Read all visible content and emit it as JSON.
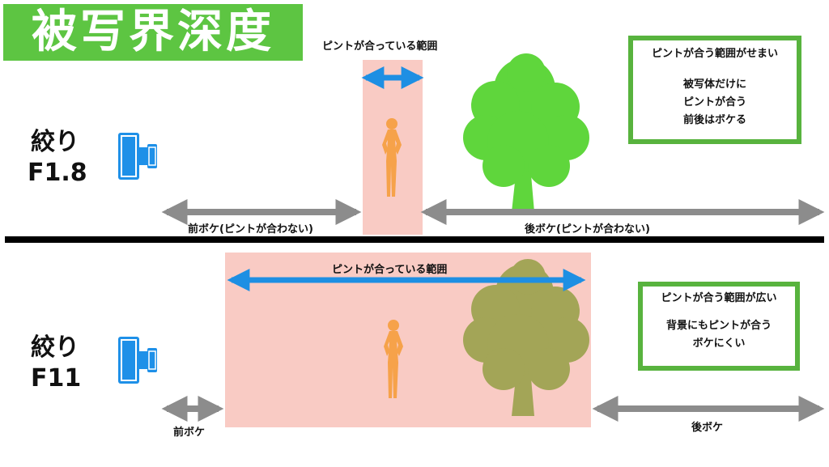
{
  "title": "被写界深度",
  "top": {
    "aperture_label": "絞り",
    "f_value": "F1.8",
    "focus_range_label": "ピントが合っている範囲",
    "front_blur_label": "前ボケ(ピントが合わない)",
    "back_blur_label": "後ボケ(ピントが合わない)",
    "note": {
      "heading": "ピントが合う範囲がせまい",
      "line1": "被写体だけに",
      "line2": "ピントが合う",
      "line3": "前後はボケる"
    }
  },
  "bottom": {
    "aperture_label": "絞り",
    "f_value": "F11",
    "focus_range_label": "ピントが合っている範囲",
    "front_blur_label": "前ボケ",
    "back_blur_label": "後ボケ",
    "note": {
      "heading": "ピントが合う範囲が広い",
      "line1": "背景にもピントが合う",
      "line2": "ボケにくい"
    }
  },
  "colors": {
    "title_bg": "#5dc542",
    "focus_zone": "#f9cbc4",
    "focus_arrow": "#1e8fe3",
    "blur_arrow": "#8c8c8c",
    "person": "#f6a24a",
    "tree_sharp": "#5fd63c",
    "tree_soft": "#a3a557",
    "camera": "#1e90e8",
    "note_border": "#58b33e",
    "divider": "#000000"
  },
  "icons": [
    "camera-icon",
    "person-icon",
    "tree-icon"
  ]
}
